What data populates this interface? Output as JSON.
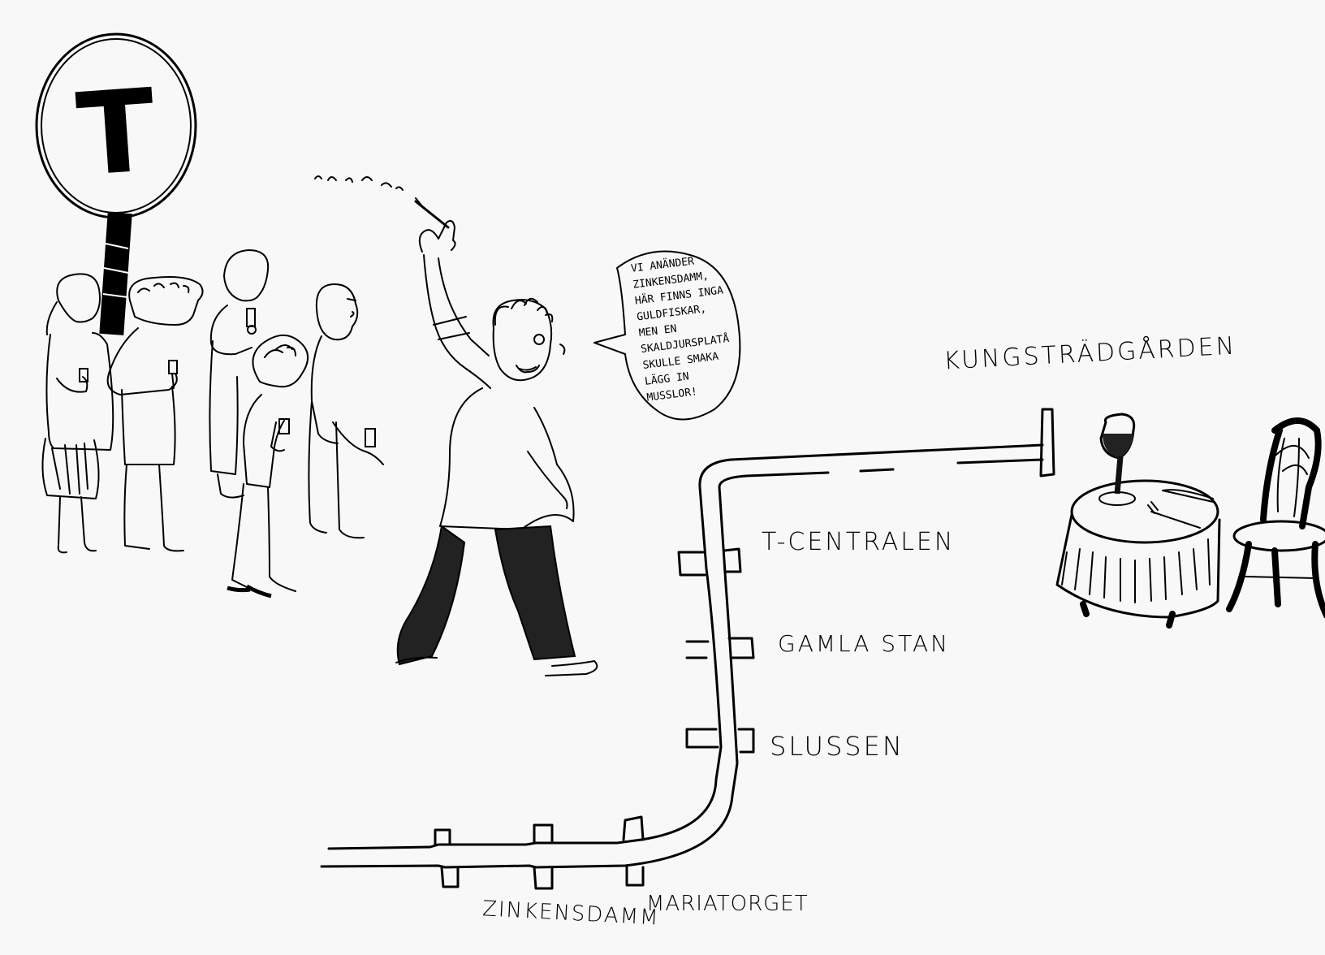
{
  "sign": {
    "letter": "T"
  },
  "speech_bubble": {
    "lines": [
      "VI ANÄNDER",
      "ZINKENSDAMM,",
      "HÄR FINNS INGA",
      "GULDFISKAR,",
      "MEN EN",
      "SKALDJURSPLATÅ",
      "SKULLE SMAKA",
      "LÄGG IN",
      "MUSSLOR!"
    ]
  },
  "stations": {
    "kungstradgarden": "KUNGSTRÄDGÅRDEN",
    "t_centralen": "T-CENTRALEN",
    "gamla_stan": "GAMLA STAN",
    "slussen": "SLUSSEN",
    "mariatorget": "MARIATORGET",
    "zinkensdamm": "ZINKENSDAMM"
  }
}
